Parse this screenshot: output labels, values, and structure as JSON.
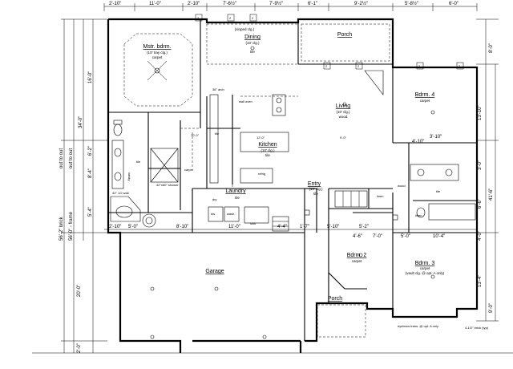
{
  "rooms": {
    "master": {
      "name": "Mstr. bdrm.",
      "ceiling": "(10' tray clg.)",
      "floor": "carpet"
    },
    "dining": {
      "name": "Dining",
      "ceiling": "(10' clg.)",
      "floor": "tile",
      "note": "(sloped clg.)"
    },
    "porch_top": {
      "name": "Porch"
    },
    "living": {
      "name": "Living",
      "ceiling": "(10' clg.)",
      "floor": "wood"
    },
    "bdrm4": {
      "name": "Bdrm. 4",
      "floor": "carpet"
    },
    "kitchen": {
      "name": "Kitchen",
      "ceiling": "(10' clg.)",
      "floor": "tile"
    },
    "laundry": {
      "name": "Laundry",
      "floor": "tile"
    },
    "entry": {
      "name": "Entry",
      "ceiling": "(10' clg.)",
      "floor": "tile"
    },
    "garage": {
      "name": "Garage"
    },
    "bdrm2": {
      "name": "Bdrm. 2",
      "floor": "carpet"
    },
    "bdrm3": {
      "name": "Bdrm. 3",
      "floor": "carpet",
      "ceiling": "(vault clg. @ opt. A only)"
    },
    "porch_bottom": {
      "name": "Porch"
    }
  },
  "labels": {
    "tile_bath": "tile",
    "carpet_closet": "carpet",
    "shower": "42\"x60\" shower",
    "half_wall": "42\" 1/2 wall",
    "vanity": "vanity",
    "wood_hall": "wood",
    "linen": "linen",
    "refrig": "refrig",
    "dw": "dw",
    "wash": "wash",
    "dry": "dry",
    "sink": "sink",
    "wall_oven": "wall oven",
    "linen2": "linen",
    "eyebrow": "eyebrow trans. @ opt. A only",
    "brick_typ": "4-1/2\" brick (typ)",
    "upper_window": "36\" arch",
    "ten_ft": "10'-0\"",
    "twelve_ft": "12'-0\"",
    "nine_ft": "9'-0\"",
    "tile_main": "tile",
    "tile_b2": "tile"
  },
  "dims_top": [
    "2'-10\"",
    "11'-0\"",
    "2'-10\"",
    "7'-6½\"",
    "7'-9½\"",
    "6'-1\"",
    "9'-2½\"",
    "5'-8½\"",
    "6'-0\""
  ],
  "dims_mid": [
    "2'-10\"",
    "5'-0\"",
    "8'-10\"",
    "11'-0\"",
    "4'-4\"",
    "1'-7\"",
    "5'-10\"",
    "5'-2\"",
    "7'-0\"",
    "5'-0\"",
    "4'-6\"",
    "4'-10\"",
    "3'-10\"",
    "10'-4\""
  ],
  "dims_left": [
    "56'-2\" brick",
    "out to out",
    "56'-0\" - frame",
    "out to out",
    "34'-0\"",
    "16'-0\"",
    "6'-2\"",
    "8'-4\"",
    "5'-4\"",
    "20'-0\"",
    "2'-0\""
  ],
  "dims_right": [
    "8'-0\"",
    "13'-10\"",
    "41'-6\"",
    "3'-0\"",
    "6'-6\"",
    "4'-0\"",
    "13'-4\"",
    "9'-0\""
  ],
  "tags": [
    "2",
    "2",
    "2",
    "2",
    "2",
    "2",
    "2"
  ]
}
